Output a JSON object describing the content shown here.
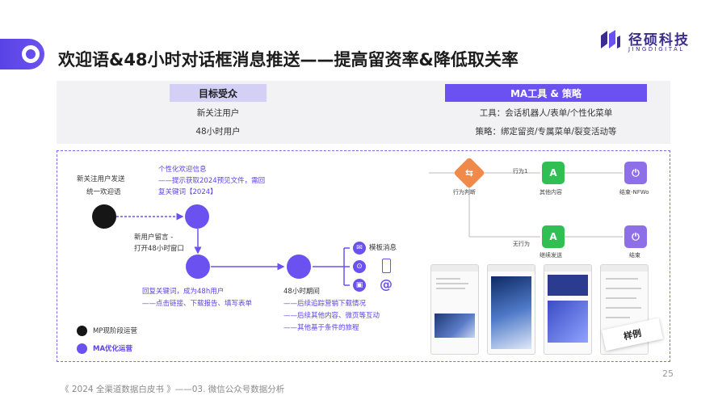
{
  "header": {
    "title": "欢迎语&48小时对话框消息推送——提高留资率&降低取关率",
    "logo_cn": "径硕科技",
    "logo_en": "JINGDIGITAL"
  },
  "info": {
    "left_head": "目标受众",
    "left_rows": [
      "新关注用户",
      "48小时用户"
    ],
    "right_head": "MA工具 & 策略",
    "right_rows": [
      "工具：会话机器人/表单/个性化菜单",
      "策略：绑定留资/专属菜单/裂变活动等"
    ]
  },
  "flow": {
    "start_l1": "新关注用户发送",
    "start_l2": "统一欢迎语",
    "welcome_l1": "个性化欢迎信息",
    "welcome_l2": "——提示获取2024预见文件，需回",
    "welcome_l3": "复关键词【2024】",
    "msg_l1": "新用户留言 -",
    "msg_l2": "打开48小时窗口",
    "reply_l1": "回复关键词，成为48h用户",
    "reply_l2": "——点击链接、下载报告、填写表单",
    "h48_title": "48小时期间",
    "h48_l1": "——后续追踪营销下载情况",
    "h48_l2": "——后续其他内容、微页等互动",
    "h48_l3": "——其他基于条件的旅程",
    "template_label": "模板消息",
    "legend_mp": "MP现阶段运营",
    "legend_ma": "MA优化运营"
  },
  "journey": {
    "behavior_judge": "行为判断",
    "behavior1": "行为1",
    "other_content": "其他内容",
    "end1": "结束-NFWo",
    "no_behavior": "无行为",
    "continue_send": "继续发送",
    "end2": "结束"
  },
  "sample_tag": "样例",
  "page_number": "25",
  "footer": "《 2024 全渠道数据白皮书 》——03. 微信公众号数据分析",
  "colors": {
    "accent": "#6b52f0",
    "black_node": "#161616",
    "orange": "#f08a4b",
    "green": "#2fbf52"
  }
}
